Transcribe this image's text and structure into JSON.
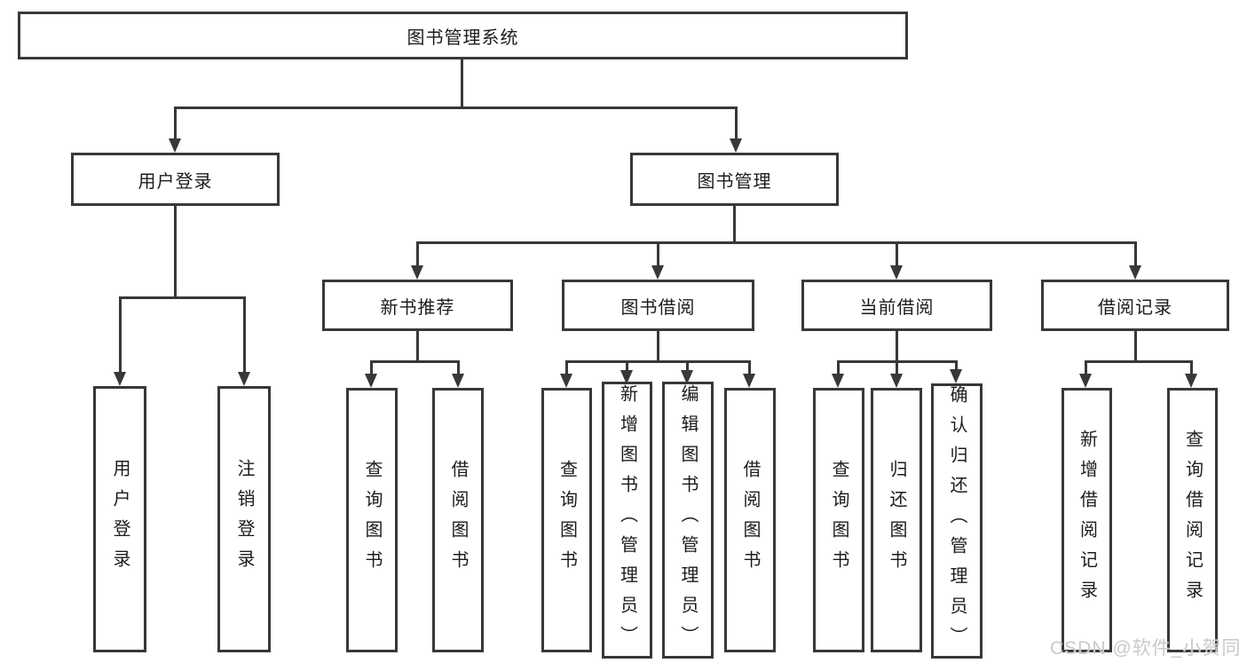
{
  "diagram": {
    "type": "hierarchy",
    "root": {
      "label": "图书管理系统"
    },
    "children": [
      {
        "label": "用户登录",
        "children": [
          {
            "label": "用户登录"
          },
          {
            "label": "注销登录"
          }
        ]
      },
      {
        "label": "图书管理",
        "children": [
          {
            "label": "新书推荐",
            "children": [
              {
                "label": "查询图书"
              },
              {
                "label": "借阅图书"
              }
            ]
          },
          {
            "label": "图书借阅",
            "children": [
              {
                "label": "查询图书"
              },
              {
                "label": "新增图书（管理员）"
              },
              {
                "label": "编辑图书（管理员）"
              },
              {
                "label": "借阅图书"
              }
            ]
          },
          {
            "label": "当前借阅",
            "children": [
              {
                "label": "查询图书"
              },
              {
                "label": "归还图书"
              },
              {
                "label": "确认归还（管理员）"
              }
            ]
          },
          {
            "label": "借阅记录",
            "children": [
              {
                "label": "新增借阅记录"
              },
              {
                "label": "查询借阅记录"
              }
            ]
          }
        ]
      }
    ]
  },
  "watermark": {
    "text": "CSDN @软件_小贺同学",
    "color": "#c9c9c9"
  },
  "colors": {
    "line": "#383838",
    "text": "#1c1c1c",
    "background": "#ffffff"
  }
}
